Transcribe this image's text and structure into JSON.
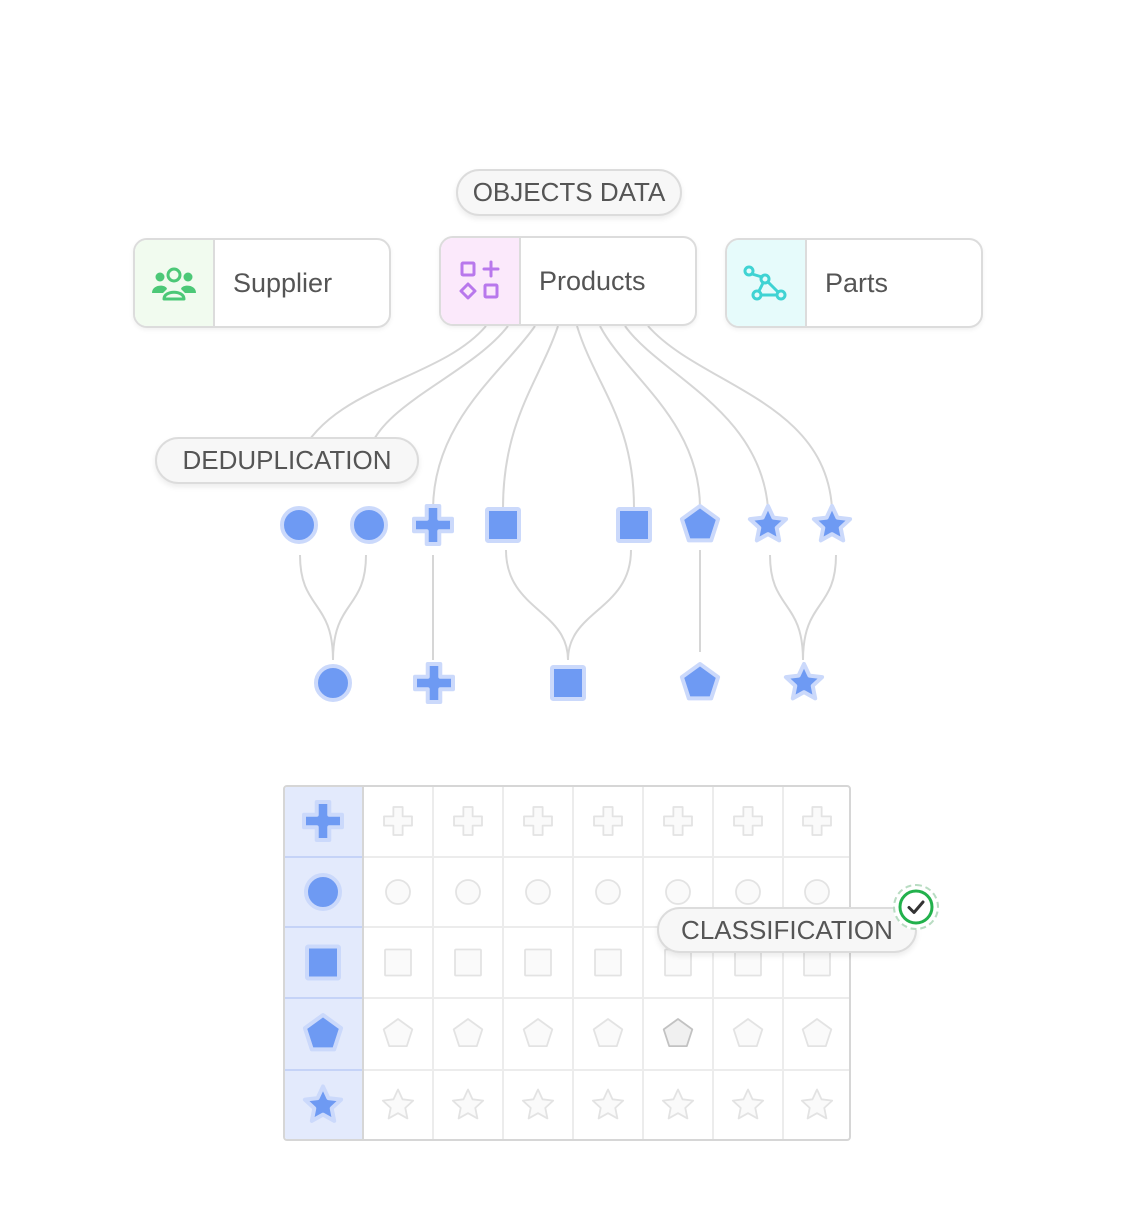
{
  "labels": {
    "objects_data": "OBJECTS DATA",
    "deduplication": "DEDUPLICATION",
    "classification": "CLASSIFICATION"
  },
  "cards": [
    {
      "id": "supplier",
      "label": "Supplier",
      "icon": "users-group-icon",
      "icon_bg": "#f1fbef",
      "icon_color": "#4cc877"
    },
    {
      "id": "products",
      "label": "Products",
      "icon": "shapes-icon",
      "icon_bg": "#fbe9fb",
      "icon_color": "#b878ec"
    },
    {
      "id": "parts",
      "label": "Parts",
      "icon": "connected-nodes-icon",
      "icon_bg": "#e6fbfb",
      "icon_color": "#3fd3d3"
    }
  ],
  "diagram": {
    "raw_objects": [
      "circle",
      "circle",
      "cross",
      "square",
      "square",
      "pentagon",
      "star",
      "star"
    ],
    "deduplicated_objects": [
      "circle",
      "cross",
      "square",
      "pentagon",
      "star"
    ]
  },
  "classification_grid": {
    "row_shapes": [
      "cross",
      "circle",
      "square",
      "pentagon",
      "star"
    ],
    "columns": 7
  },
  "colors": {
    "shape_fill": "#6e9af3",
    "shape_halo": "#cbd9fb",
    "connector": "#d6d6d6",
    "grid_header_bg": "#e3eafc",
    "check_green": "#22b14c"
  }
}
